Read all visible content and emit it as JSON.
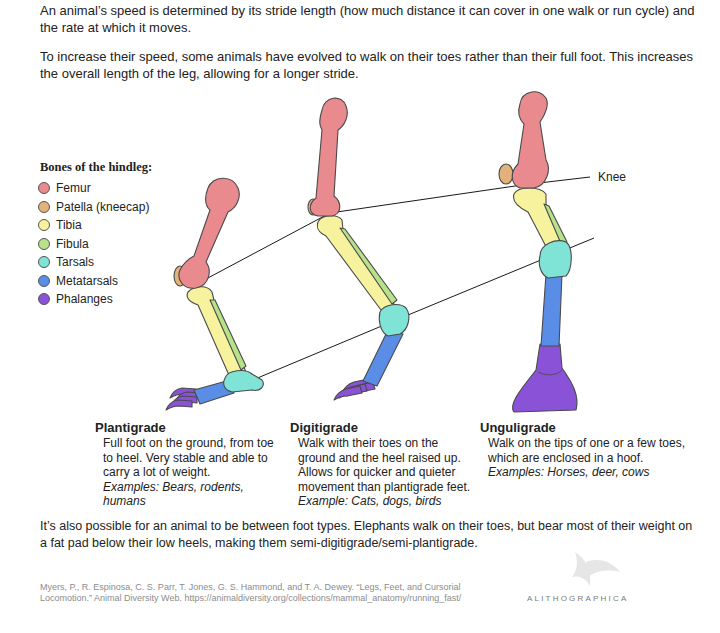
{
  "diagram": {
    "labels": [
      "An animal’s speed is determined by its stride length (how much distance it can cover in one walk or run cycle) and the rate at which it moves.",
      "To increase their speed, some animals have evolved to walk on their toes rather than their full foot. This increases the overall length of the leg, allowing for a longer stride.",
      "Bones of the hindleg:",
      "Knee",
      "Plantigrade",
      "Full foot on the ground, from toe to heel. Very stable and able to carry a lot of weight.",
      "Examples: Bears, rodents, humans",
      "Digitigrade",
      "Walk with their toes on the ground and the heel raised up. Allows for quicker and quieter movement than plantigrade feet.",
      "Example: Cats, dogs, birds",
      "Unguligrade",
      "Walk on the tips of one or a few toes, which are enclosed in a hoof.",
      "Examples: Horses, deer, cows",
      "It’s also possible for an animal to be between foot types. Elephants walk on their toes, but bear most of their weight on a fat pad below their low heels, making them semi-digitigrade/semi-plantigrade.",
      "Myers, P., R. Espinosa, C. S. Parr, T. Jones, G. S. Hammond, and T. A. Dewey. “Legs, Feet, and Cursorial Locomotion.” Animal Diversity Web. https://animaldiversity.org/collections/mammal_anatomy/running_fast/",
      "ALITHOGRAPHICA"
    ],
    "legend": [
      {
        "text": "Femur",
        "color": "#e98a8e"
      },
      {
        "text": "Patella (kneecap)",
        "color": "#e2b27a"
      },
      {
        "text": "Tibia",
        "color": "#f7f29e"
      },
      {
        "text": "Fibula",
        "color": "#b7e28a"
      },
      {
        "text": "Tarsals",
        "color": "#7fe3d6"
      },
      {
        "text": "Metatarsals",
        "color": "#5a8ee6"
      },
      {
        "text": "Phalanges",
        "color": "#8a52d6"
      }
    ]
  }
}
